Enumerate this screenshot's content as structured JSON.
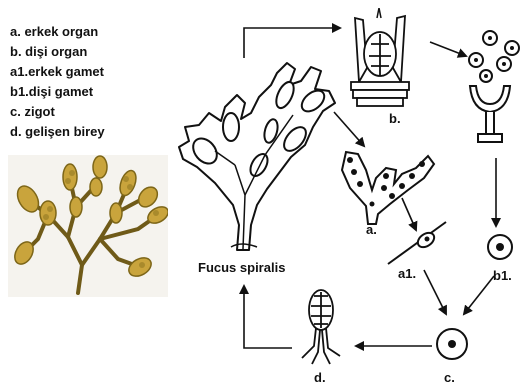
{
  "legend": [
    "a. erkek organ",
    "b. dişi organ",
    "a1.erkek gamet",
    "b1.dişi gamet",
    "c. zigot",
    "d. gelişen birey"
  ],
  "labels": {
    "species": "Fucus spiralis",
    "a": "a.",
    "b": "b.",
    "a1": "a1.",
    "b1": "b1.",
    "c": "c.",
    "d": "d."
  },
  "colors": {
    "ink": "#111111",
    "seaweed_light": "#c9a43c",
    "seaweed_dark": "#6f5a18",
    "photo_bg": "#f5f3ee"
  }
}
